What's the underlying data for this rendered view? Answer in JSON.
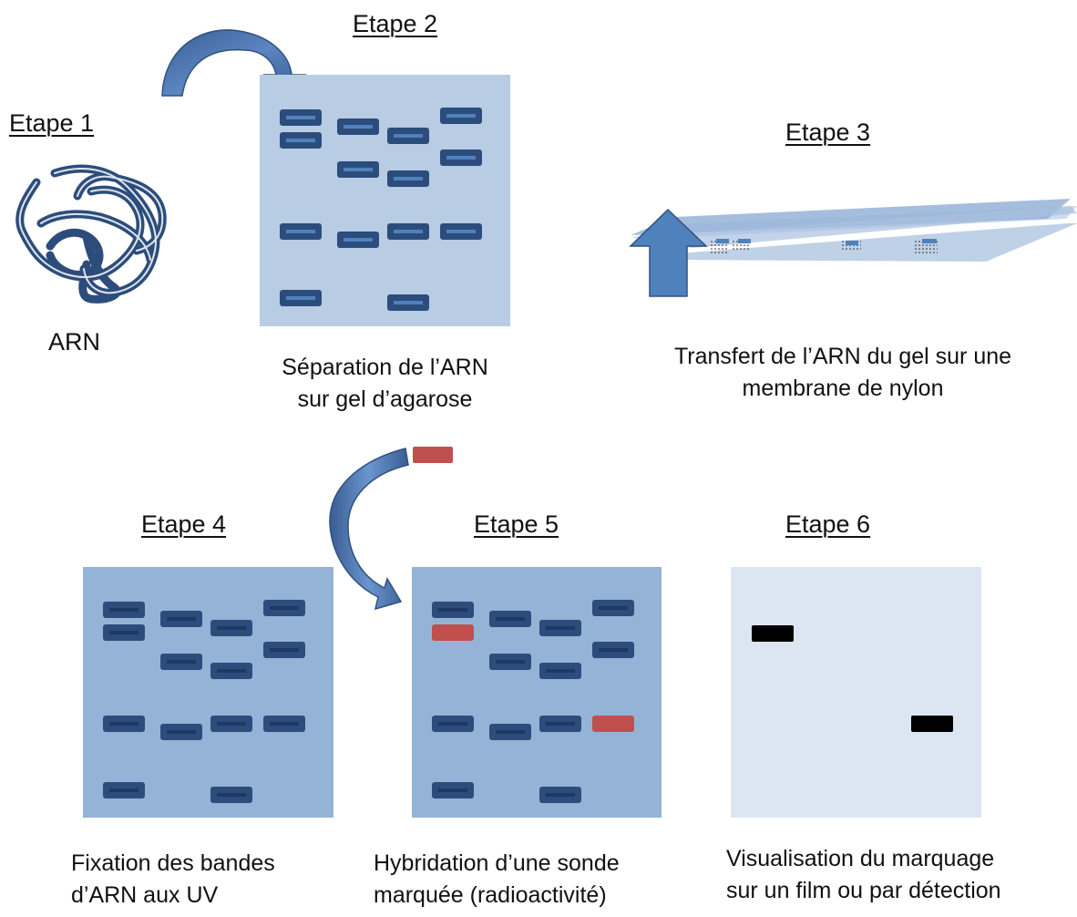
{
  "steps": {
    "s1": "Etape 1",
    "s2": "Etape 2",
    "s3": "Etape 3",
    "s4": "Etape 4",
    "s5": "Etape 5",
    "s6": "Etape 6"
  },
  "labels": {
    "rna": "ARN",
    "s2_line1": "Séparation de l’ARN",
    "s2_line2": "sur gel d’agarose",
    "s3_line1": "Transfert de l’ARN du gel sur une",
    "s3_line2": "membrane de nylon",
    "s4_line1": "Fixation des bandes",
    "s4_line2": "d’ARN aux UV",
    "s5_line1": "Hybridation d’une sonde",
    "s5_line2": "marquée (radioactivité)",
    "s6_line1": "Visualisation du marquage",
    "s6_line2": "sur un film ou par détection"
  },
  "colors": {
    "gel": "#b8cce4",
    "membrane": "#95b3d7",
    "film": "#dce6f2",
    "band": "#2c4d7c",
    "band_core_light": "#4f81bd",
    "band_core_dark": "#1f3864",
    "probe": "#c0504d",
    "signal": "#000000",
    "arrow": "#4a6fa5"
  }
}
